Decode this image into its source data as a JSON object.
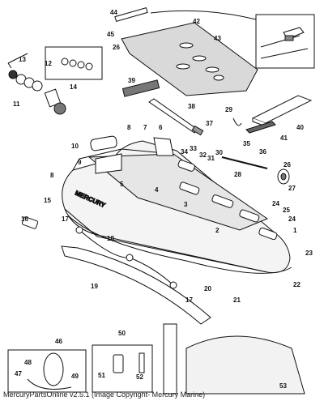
{
  "diagram": {
    "brand_on_hull": "MERCURY",
    "callouts": [
      "44",
      "42",
      "43",
      "45",
      "26",
      "13",
      "12",
      "11",
      "14",
      "39",
      "38",
      "29",
      "40",
      "8",
      "7",
      "6",
      "37",
      "41",
      "10",
      "9",
      "34",
      "33",
      "32",
      "31",
      "30",
      "36",
      "35",
      "26",
      "5",
      "28",
      "27",
      "8",
      "4",
      "25",
      "15",
      "3",
      "24",
      "16",
      "17",
      "18",
      "2",
      "1",
      "24",
      "23",
      "19",
      "17",
      "20",
      "21",
      "22",
      "46",
      "50",
      "48",
      "47",
      "49",
      "51",
      "52",
      "53"
    ]
  },
  "footer": {
    "text": "MercuryPartsOnline v2.5.1 (Image Copyright- Mercury Marine)"
  }
}
